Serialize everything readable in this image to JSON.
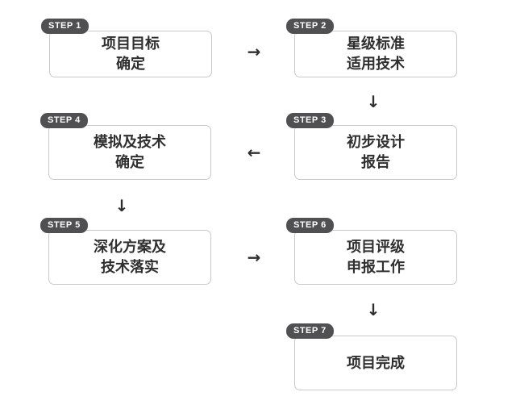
{
  "flow": {
    "steps": [
      {
        "badge": "STEP 1",
        "lines": [
          "项目目标",
          "确定"
        ]
      },
      {
        "badge": "STEP 2",
        "lines": [
          "星级标准",
          "适用技术"
        ]
      },
      {
        "badge": "STEP 3",
        "lines": [
          "初步设计",
          "报告"
        ]
      },
      {
        "badge": "STEP 4",
        "lines": [
          "模拟及技术",
          "确定"
        ]
      },
      {
        "badge": "STEP 5",
        "lines": [
          "深化方案及",
          "技术落实"
        ]
      },
      {
        "badge": "STEP 6",
        "lines": [
          "项目评级",
          "申报工作"
        ]
      },
      {
        "badge": "STEP 7",
        "lines": [
          "项目完成"
        ]
      }
    ],
    "arrows": [
      {
        "from": 1,
        "to": 2,
        "glyph": "→"
      },
      {
        "from": 2,
        "to": 3,
        "glyph": "↓"
      },
      {
        "from": 3,
        "to": 4,
        "glyph": "←"
      },
      {
        "from": 4,
        "to": 5,
        "glyph": "↓"
      },
      {
        "from": 5,
        "to": 6,
        "glyph": "→"
      },
      {
        "from": 6,
        "to": 7,
        "glyph": "↓"
      }
    ],
    "colors": {
      "badge_bg": "#505052",
      "badge_text": "#ffffff",
      "box_bg": "#ffffff",
      "box_border": "#c9c9c9",
      "label_text": "#2f2f2f",
      "arrow": "#2e2e2e",
      "background": "#ffffff"
    }
  }
}
